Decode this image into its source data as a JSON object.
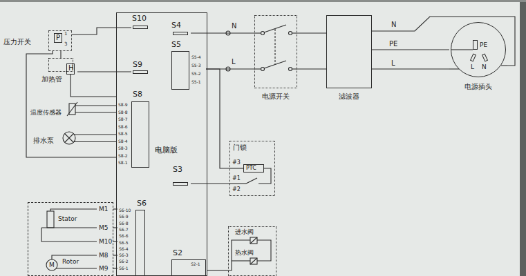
{
  "diagram": {
    "nodes": [
      {
        "text": [
          "压力开关",
          "P",
          "1",
          "3"
        ]
      },
      {
        "text": [
          "H",
          "加热管"
        ]
      },
      {
        "text": [
          "电脑版"
        ]
      },
      {
        "text": [
          "S10"
        ],
        "in": 2
      },
      {
        "text": [
          "S9"
        ],
        "in": 2
      },
      {
        "text": [
          "S4"
        ],
        "in": 2
      },
      {
        "text": [
          "S5",
          "S5-4",
          "S5-3",
          "S5-2",
          "S5-1"
        ],
        "in": 2
      },
      {
        "text": [
          "S8",
          "S8-9",
          "S8-8",
          "S8-7",
          "S8-6",
          "S8-5",
          "S8-4",
          "S8-3",
          "S8-2",
          "S8-1"
        ],
        "in": 2
      },
      {
        "text": [
          "S3"
        ],
        "in": 2
      },
      {
        "text": [
          "S6",
          "S6-10",
          "S6-9",
          "S6-8",
          "S6-7",
          "S6-6",
          "S6-5",
          "S6-4",
          "S6-3",
          "S6-2",
          "S6-1"
        ],
        "in": 2
      },
      {
        "text": [
          "S2",
          "S2-1"
        ],
        "in": 2
      },
      {
        "text": [
          "电源开关"
        ]
      },
      {
        "text": [
          "滤波器"
        ]
      },
      {
        "text": [
          "PE",
          "L",
          "N",
          "电源插头"
        ]
      },
      {
        "text": [
          "门锁",
          "#3",
          "#1",
          "#2"
        ]
      },
      {
        "text": [
          "PTC"
        ],
        "in": 14
      },
      {
        "text": [
          "M1",
          "M5",
          "M10",
          "M8",
          "M9",
          "Stator",
          "M",
          "Rotor"
        ]
      },
      {
        "text": [
          "进水阀",
          "热水阀"
        ]
      }
    ],
    "edges": [
      {
        "from": 5,
        "to": 11,
        "arrow": "none",
        "label": "N"
      },
      {
        "from": 6,
        "to": 11,
        "arrow": "none",
        "label": "L"
      },
      {
        "from": 11,
        "to": 12,
        "arrow": "none"
      },
      {
        "from": 11,
        "to": 12,
        "arrow": "none"
      },
      {
        "from": 12,
        "to": 13,
        "arrow": "none",
        "label": "N"
      },
      {
        "from": 12,
        "to": 13,
        "arrow": "none",
        "label": "PE"
      },
      {
        "from": 12,
        "to": 13,
        "arrow": "none",
        "label": "L"
      },
      {
        "from": 6,
        "to": 14,
        "arrow": "none"
      },
      {
        "from": 8,
        "to": 14,
        "arrow": "none"
      },
      {
        "from": 0,
        "to": 3,
        "arrow": "none"
      },
      {
        "from": 1,
        "to": 4,
        "arrow": "none"
      },
      {
        "from": 0,
        "to": 1,
        "arrow": "none"
      },
      {
        "from": 16,
        "to": 9,
        "arrow": "none"
      },
      {
        "from": 16,
        "to": 9,
        "arrow": "none"
      },
      {
        "from": 16,
        "to": 9,
        "arrow": "none"
      },
      {
        "from": 16,
        "to": 9,
        "arrow": "none"
      },
      {
        "from": 16,
        "to": 9,
        "arrow": "none"
      },
      {
        "from": 10,
        "to": 17,
        "arrow": "none"
      }
    ],
    "labels": [
      "温度传感器",
      "排水泵"
    ]
  }
}
